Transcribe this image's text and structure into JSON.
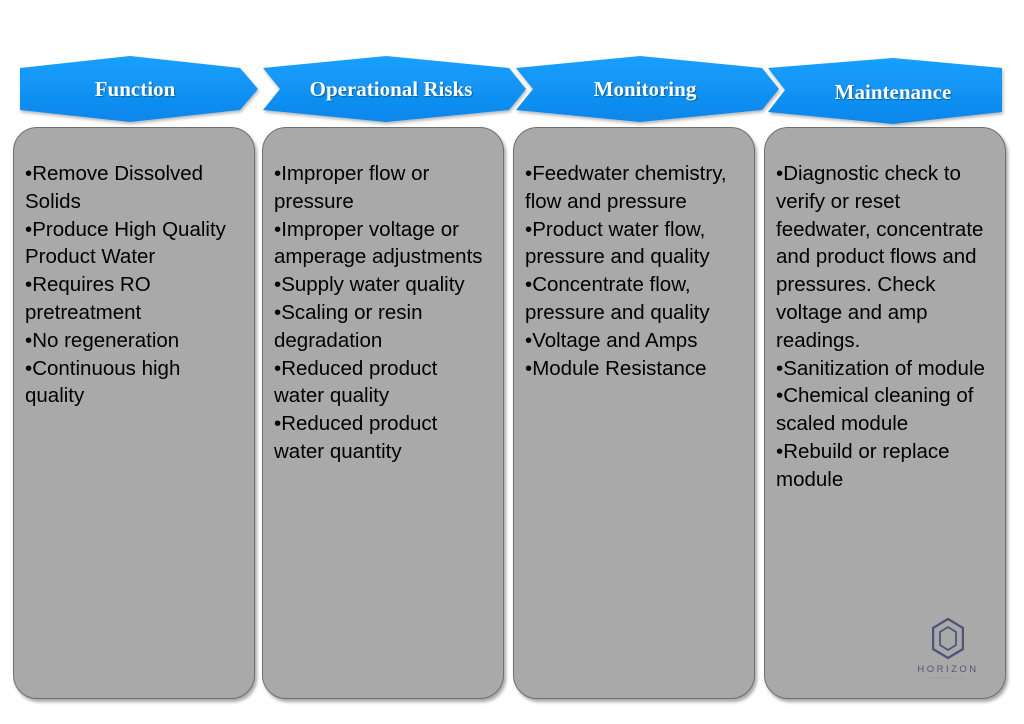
{
  "colors": {
    "header_blue": "#0a8ef2",
    "panel_gray": "#a9a9a9",
    "logo_navy": "#505578"
  },
  "columns": [
    {
      "header": "Function",
      "items": [
        "Remove Dissolved Solids",
        "Produce High Quality Product Water",
        "Requires RO pretreatment",
        "No regeneration",
        "Continuous high quality"
      ]
    },
    {
      "header": "Operational Risks",
      "items": [
        "Improper flow or pressure",
        "Improper voltage or amperage adjustments",
        "Supply water quality",
        "Scaling or resin degradation",
        "Reduced product water quality",
        "Reduced product water quantity"
      ]
    },
    {
      "header": "Monitoring",
      "items": [
        "Feedwater chemistry, flow and pressure",
        "Product water flow, pressure and quality",
        "Concentrate flow, pressure and quality",
        "Voltage and Amps",
        "Module Resistance"
      ]
    },
    {
      "header": "Maintenance",
      "items": [
        "Diagnostic check to verify or reset feedwater, concentrate and product flows and pressures.  Check voltage and amp readings.",
        "Sanitization of module",
        "Chemical cleaning of scaled module",
        "Rebuild or replace module"
      ]
    }
  ],
  "logo": {
    "name": "HORIZON",
    "tagline": "SOLUTIONS LLC",
    "icon": "hexagon-icon"
  }
}
